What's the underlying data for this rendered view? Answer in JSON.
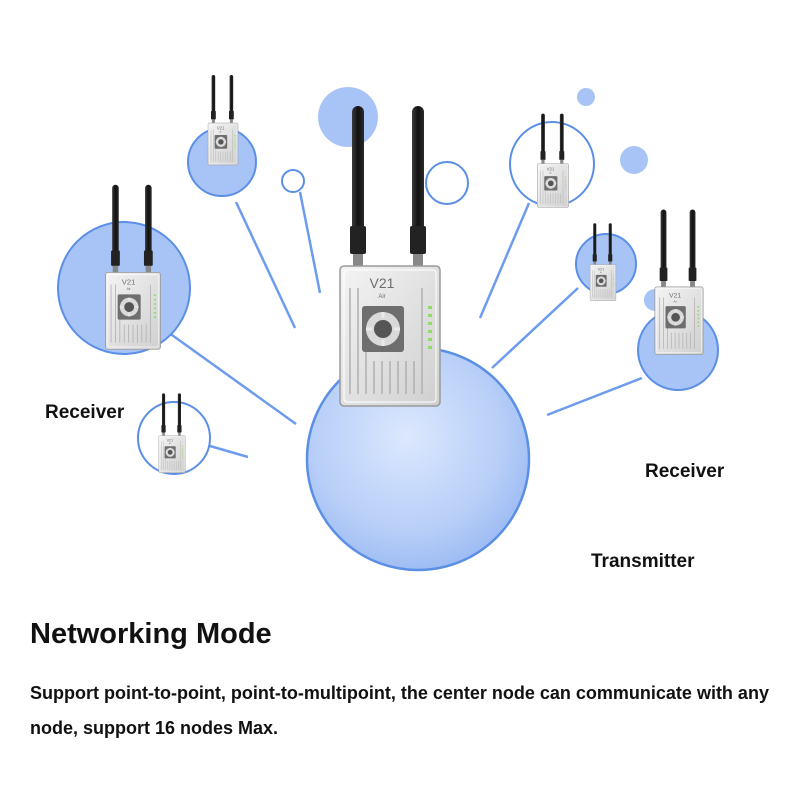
{
  "labels": {
    "receiver_left": "Receiver",
    "receiver_right": "Receiver",
    "transmitter": "Transmitter"
  },
  "device": {
    "model_text": "V21",
    "sub_text": "Air"
  },
  "heading": "Networking Mode",
  "description": "Support point-to-point, point-to-multipoint, the center node can communicate with any node, support 16 nodes Max.",
  "colors": {
    "bubble_fill": "#a8c4f6",
    "bubble_stroke": "#5b8fe6",
    "center_fill": "#b9d0fa",
    "connector": "#6d9cef",
    "antenna": "#1c1c1c",
    "device_body": "#e8e8e8"
  }
}
